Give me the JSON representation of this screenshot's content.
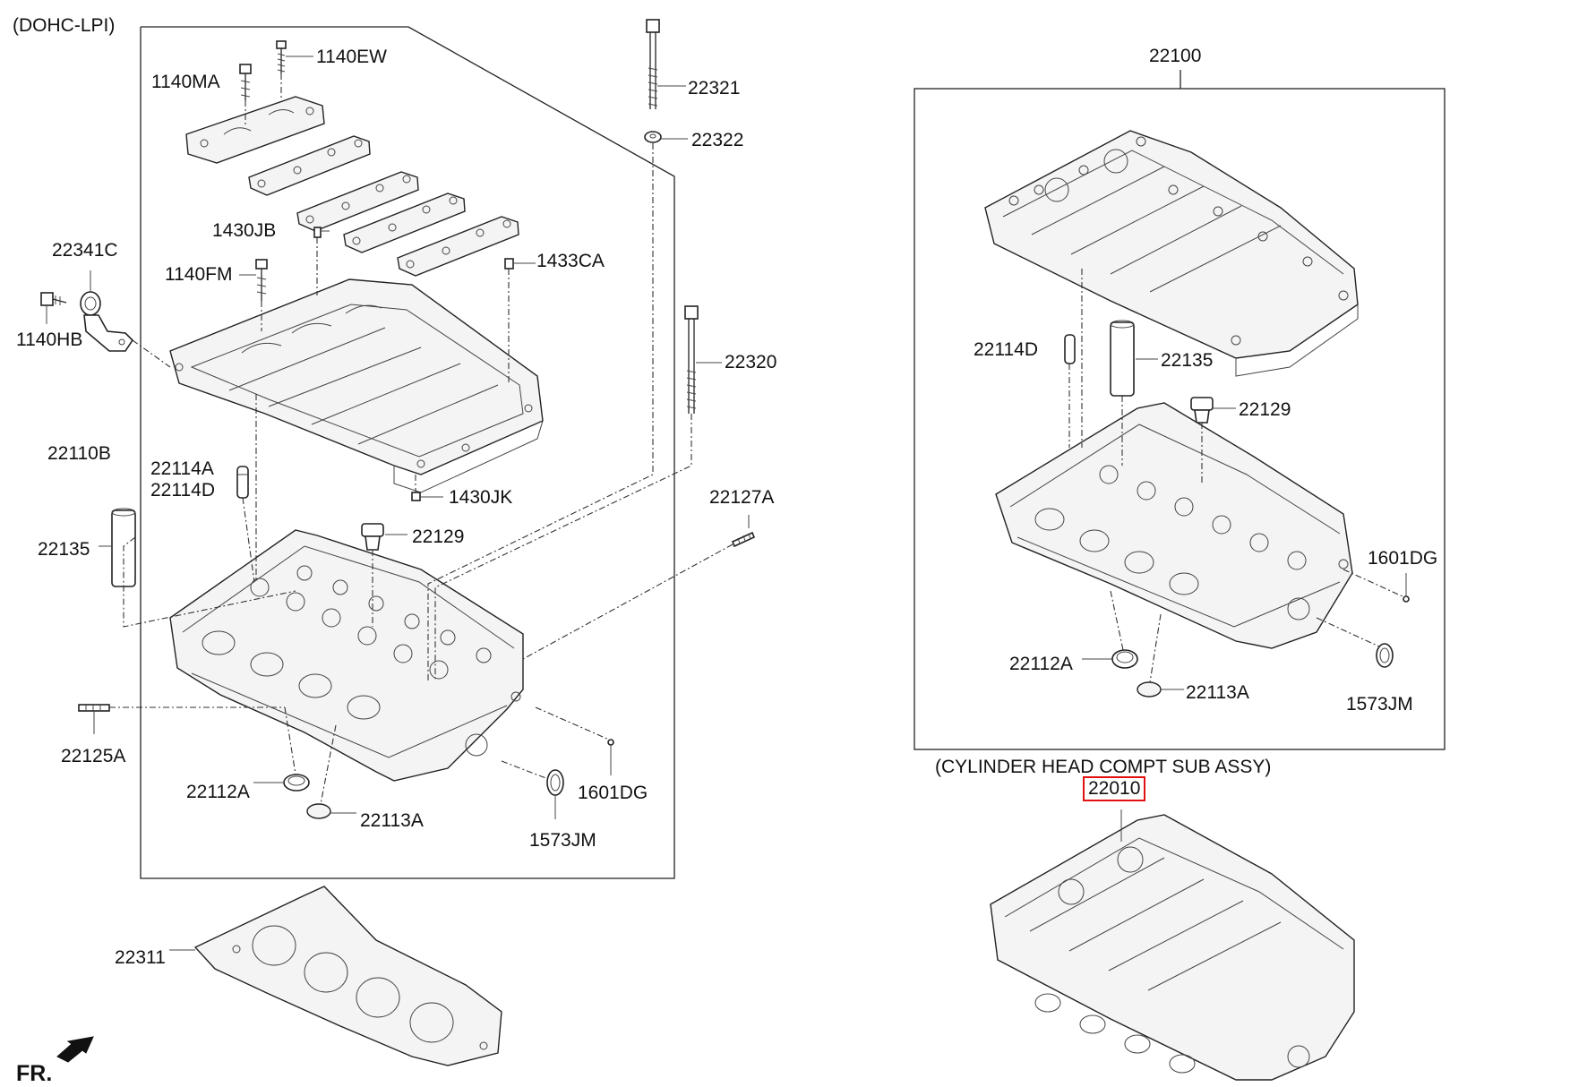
{
  "header": {
    "variant_label": "(DOHC-LPI)"
  },
  "left_group": {
    "labels": {
      "p1140EW": "1140EW",
      "p1140MA": "1140MA",
      "p22321": "22321",
      "p22322": "22322",
      "p1430JB": "1430JB",
      "p22341C": "22341C",
      "p1433CA": "1433CA",
      "p1140FM": "1140FM",
      "p1140HB": "1140HB",
      "p22320": "22320",
      "p22110B": "22110B",
      "p22114A": "22114A",
      "p22114D": "22114D",
      "p1430JK": "1430JK",
      "p22127A": "22127A",
      "p22135": "22135",
      "p22129": "22129",
      "p22125A": "22125A",
      "p22112A": "22112A",
      "p1601DG": "1601DG",
      "p22113A": "22113A",
      "p1573JM": "1573JM",
      "p22311": "22311"
    }
  },
  "right_group": {
    "assembly_number": "22100",
    "labels": {
      "p22114D": "22114D",
      "p22135": "22135",
      "p22129": "22129",
      "p1601DG": "1601DG",
      "p22112A": "22112A",
      "p22113A": "22113A",
      "p1573JM": "1573JM"
    },
    "sub_assembly_caption": "(CYLINDER HEAD COMPT SUB ASSY)",
    "sub_assembly_number": "22010",
    "highlight_color": "#e11111"
  },
  "footer": {
    "front_indicator": "FR."
  }
}
